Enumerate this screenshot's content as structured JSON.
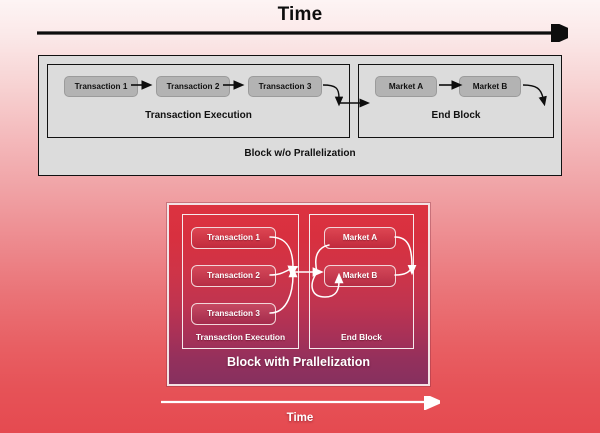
{
  "diagram": {
    "type": "flow-diagram",
    "top_axis": {
      "label": "Time",
      "arrow": "right-arrow-icon"
    },
    "bottom_axis": {
      "label": "Time",
      "arrow": "right-arrow-icon"
    },
    "blocks": [
      {
        "id": "block-without-parallelization",
        "caption": "Block w/o Prallelization",
        "style": "sequential-gray",
        "panels": [
          {
            "id": "transaction-execution",
            "caption": "Transaction Execution",
            "nodes": [
              "Transaction 1",
              "Transaction 2",
              "Transaction 3"
            ],
            "arrangement": "horizontal-sequential"
          },
          {
            "id": "end-block",
            "caption": "End Block",
            "nodes": [
              "Market A",
              "Market B"
            ],
            "arrangement": "horizontal-sequential"
          }
        ]
      },
      {
        "id": "block-with-parallelization",
        "caption": "Block with Prallelization",
        "style": "parallel-red-gradient",
        "panels": [
          {
            "id": "transaction-execution",
            "caption": "Transaction Execution",
            "nodes": [
              "Transaction 1",
              "Transaction 2",
              "Transaction 3"
            ],
            "arrangement": "vertical-parallel"
          },
          {
            "id": "end-block",
            "caption": "End Block",
            "nodes": [
              "Market A",
              "Market B"
            ],
            "arrangement": "vertical-parallel"
          }
        ]
      }
    ],
    "colors": {
      "background_top": "#fdf4f4",
      "background_bottom": "#e54a50",
      "block_gray": "#dcdcdc",
      "chip_gray": "#b3b3b3",
      "outline_dark": "#111111",
      "parallel_block_top": "#dc3340",
      "parallel_block_bottom": "#86305f",
      "parallel_outline": "#f3e2e4",
      "arrow_light": "#ffffff"
    }
  }
}
